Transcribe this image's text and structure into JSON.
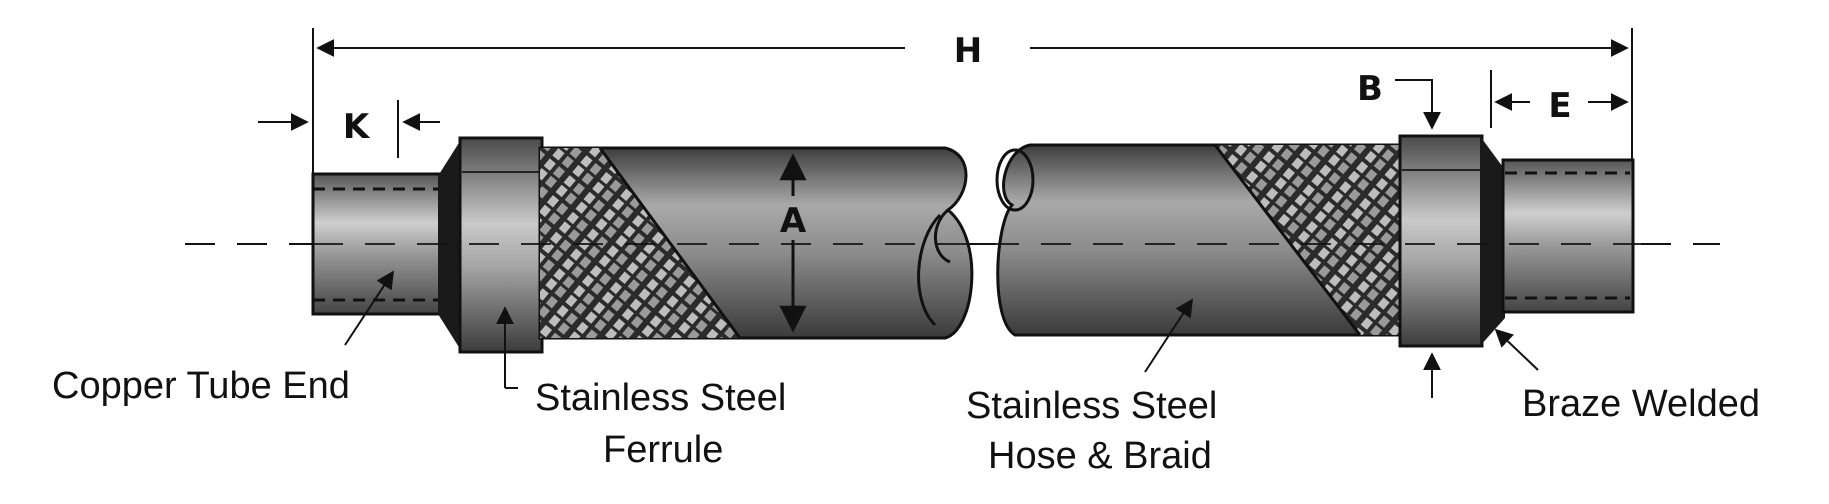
{
  "dimensions": {
    "H": "H",
    "K": "K",
    "B": "B",
    "E": "E",
    "A": "A"
  },
  "callouts": {
    "copper_tube_end": "Copper Tube End",
    "ferrule_line1": "Stainless Steel",
    "ferrule_line2": "Ferrule",
    "hose_line1": "Stainless Steel",
    "hose_line2": "Hose & Braid",
    "braze_welded": "Braze Welded"
  },
  "colors": {
    "metal_dark": "#3a3a3a",
    "metal_mid": "#8a8a8a",
    "metal_light": "#d6d6d6",
    "ink": "#111111",
    "background": "#ffffff"
  }
}
